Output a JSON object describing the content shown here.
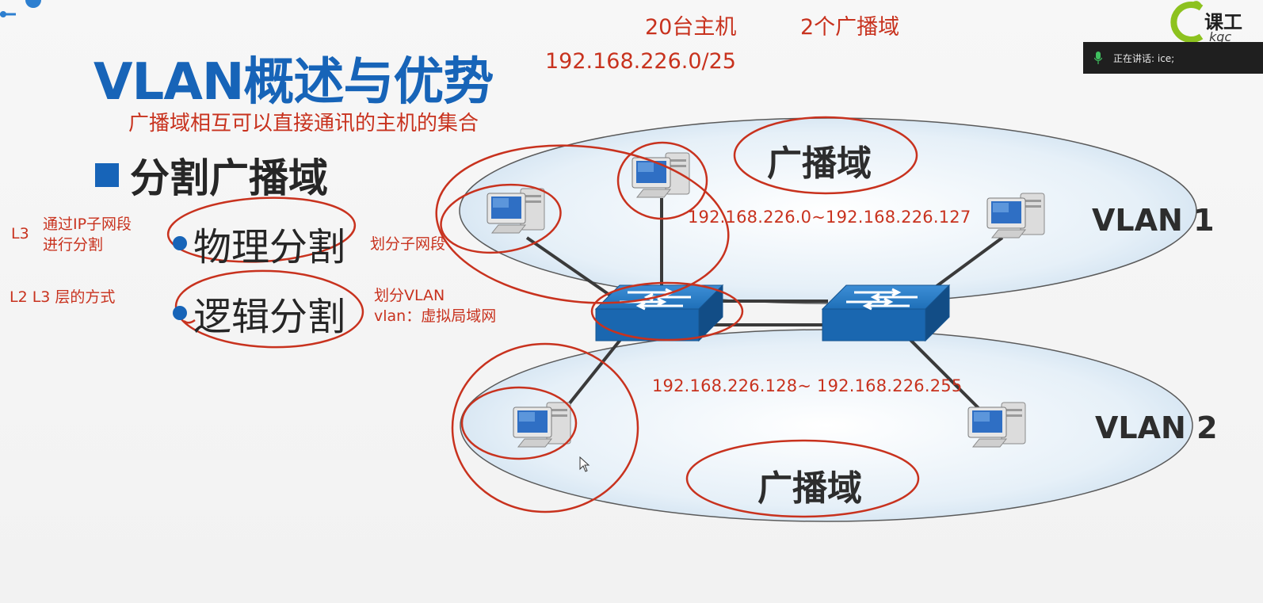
{
  "slide": {
    "title": "VLAN概述与优势",
    "subtitle_note": "广播域相互可以直接通讯的主机的集合",
    "section_heading": "分割广播域",
    "bullets": [
      {
        "label": "物理分割",
        "side_note": "划分子网段"
      },
      {
        "label": "逻辑分割",
        "side_note_line1": "划分VLAN",
        "side_note_line2": "vlan：虚拟局域网"
      }
    ],
    "left_notes": {
      "l3_tag": "L3",
      "l3_line1": "通过IP子网段",
      "l3_line2": "进行分割",
      "l2l3": "L2 L3 层的方式"
    },
    "top_notes": {
      "hosts": "20台主机",
      "domains": "2个广播域",
      "network": "192.168.226.0/25"
    }
  },
  "diagram": {
    "vlan1": {
      "label": "VLAN 1",
      "broadcast_label": "广播域",
      "range": "192.168.226.0~192.168.226.127"
    },
    "vlan2": {
      "label": "VLAN 2",
      "broadcast_label": "广播域",
      "range": "192.168.226.128~ 192.168.226.255"
    }
  },
  "meeting": {
    "speaking": "正在讲话: ice;"
  },
  "logo": {
    "text": "课工",
    "sub": "kgc"
  },
  "colors": {
    "accent_blue": "#1764b8",
    "annotation_red": "#c8321e",
    "vlan_fill": "#d7e8f5"
  }
}
